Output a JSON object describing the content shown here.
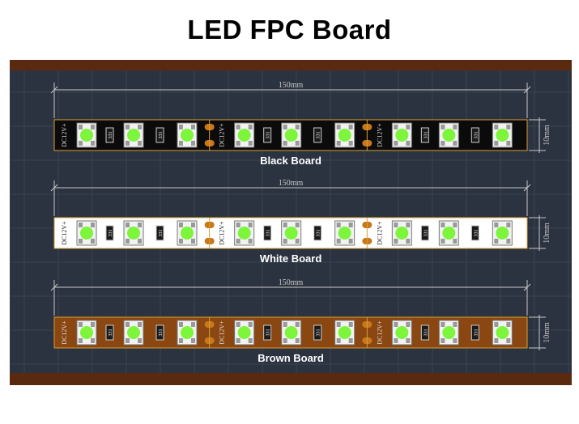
{
  "title": "LED FPC Board",
  "dimension_length": "150mm",
  "dimension_width": "10mm",
  "segment_label": "DC12V+",
  "resistor_label": "331",
  "boards": [
    {
      "label": "Black Board",
      "color": "#0b0b0b",
      "pad_color": "#c8771a"
    },
    {
      "label": "White Board",
      "color": "#ffffff",
      "pad_color": "#c8771a"
    },
    {
      "label": "Brown Board",
      "color": "#8a4712",
      "pad_color": "#c8771a"
    }
  ],
  "colors": {
    "panel_background": "#2b3340",
    "frame": "#5a2a10",
    "led": "#7cf53a",
    "grid": "#3a4350",
    "dimension_line": "#c8c8c8"
  }
}
